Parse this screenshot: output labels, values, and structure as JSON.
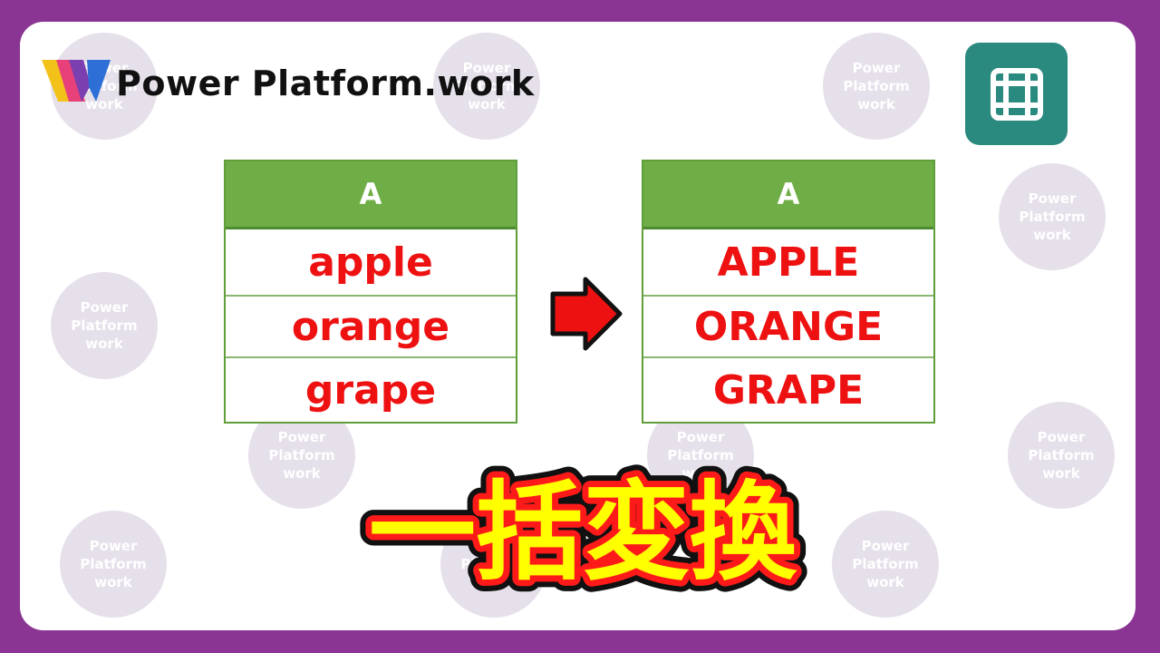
{
  "watermark": [
    "Power",
    "Platform",
    "work"
  ],
  "brand": {
    "name": "Power Platform.work"
  },
  "icons": {
    "logo": "power-platform-logo-icon",
    "app": "table-grid-icon",
    "arrow": "right-arrow-icon"
  },
  "colors": {
    "frame": "#8a3494",
    "header_green": "#6fae46",
    "value_red": "#ee1111",
    "app_icon_teal": "#2b8a7f",
    "caption_fill": "#ffff00",
    "caption_outline": "#ff1a1a"
  },
  "before_table": {
    "header": "A",
    "rows": [
      "apple",
      "orange",
      "grape"
    ]
  },
  "after_table": {
    "header": "A",
    "rows": [
      "APPLE",
      "ORANGE",
      "GRAPE"
    ]
  },
  "caption": "一括変換"
}
